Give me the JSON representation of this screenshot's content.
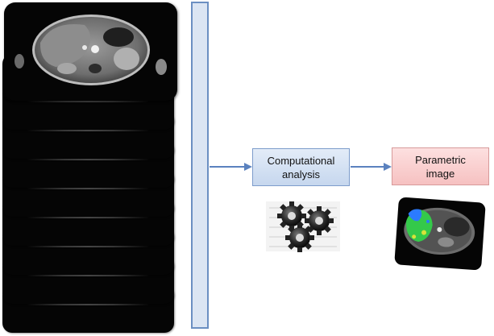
{
  "diagram": {
    "nodes": [
      {
        "id": "computational",
        "label": "Computational\nanalysis",
        "color": "#c9d9ef"
      },
      {
        "id": "parametric",
        "label": "Parametric\nimage",
        "color": "#f8c8c8"
      }
    ],
    "icons": [
      {
        "name": "mri-slice-stack",
        "count": 9
      },
      {
        "name": "gears-icon"
      },
      {
        "name": "parametric-map-thumbnail",
        "overlay_colors": [
          "#2b7bff",
          "#22cc44",
          "#d8e23a"
        ]
      }
    ],
    "accent_color": "#6b8fc2"
  }
}
